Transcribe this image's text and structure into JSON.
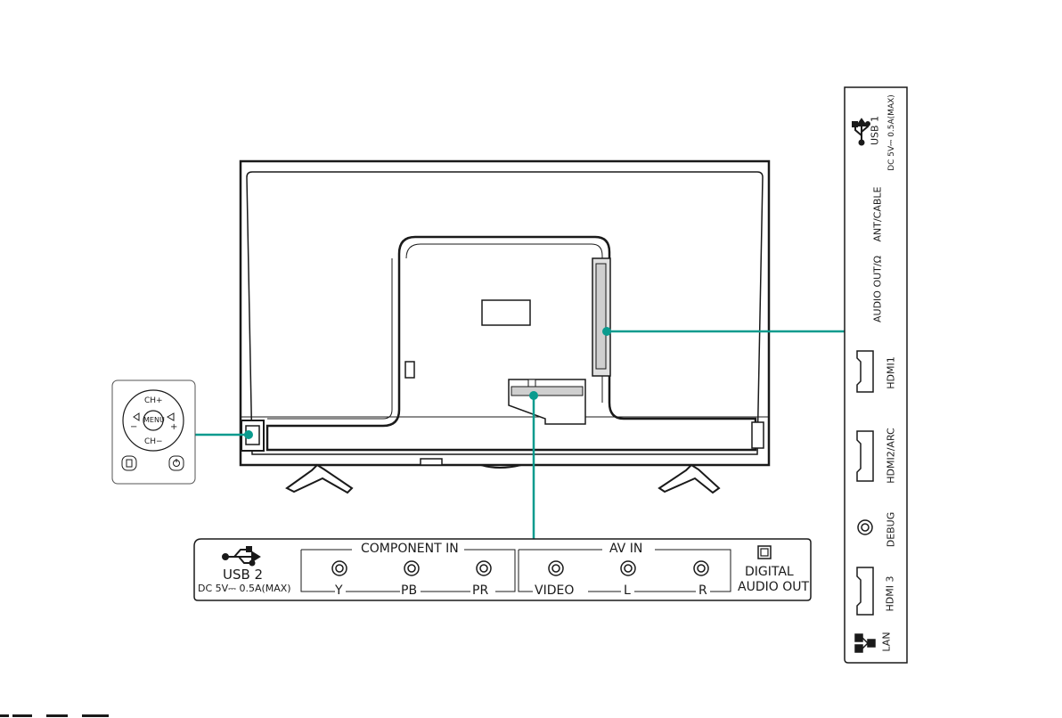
{
  "bottom_panel": {
    "usb2": {
      "label": "USB 2",
      "rating": "DC 5V⎓ 0.5A(MAX)"
    },
    "component_in": {
      "title": "COMPONENT IN",
      "jacks": [
        "Y",
        "PB",
        "PR"
      ]
    },
    "av_in": {
      "title": "AV IN",
      "jacks": [
        "VIDEO",
        "L",
        "R"
      ]
    },
    "digital_audio_out": {
      "line1": "DIGITAL",
      "line2": "AUDIO OUT"
    }
  },
  "side_panel": {
    "usb1": {
      "label": "USB 1",
      "rating": "DC 5V⎓ 0.5A(MAX)"
    },
    "ports": [
      "ANT/CABLE",
      "AUDIO OUT/Ω",
      "HDMI1",
      "HDMI2/ARC",
      "DEBUG",
      "HDMI 3",
      "LAN"
    ]
  },
  "control_panel": {
    "ch_up": "CH+",
    "ch_down": "CH−",
    "menu": "MENU",
    "vol_down": "−",
    "vol_up": "+"
  },
  "colors": {
    "callout_line": "#0a9b8e",
    "outline": "#1a1a1a",
    "tv_back": "#ffffff"
  }
}
